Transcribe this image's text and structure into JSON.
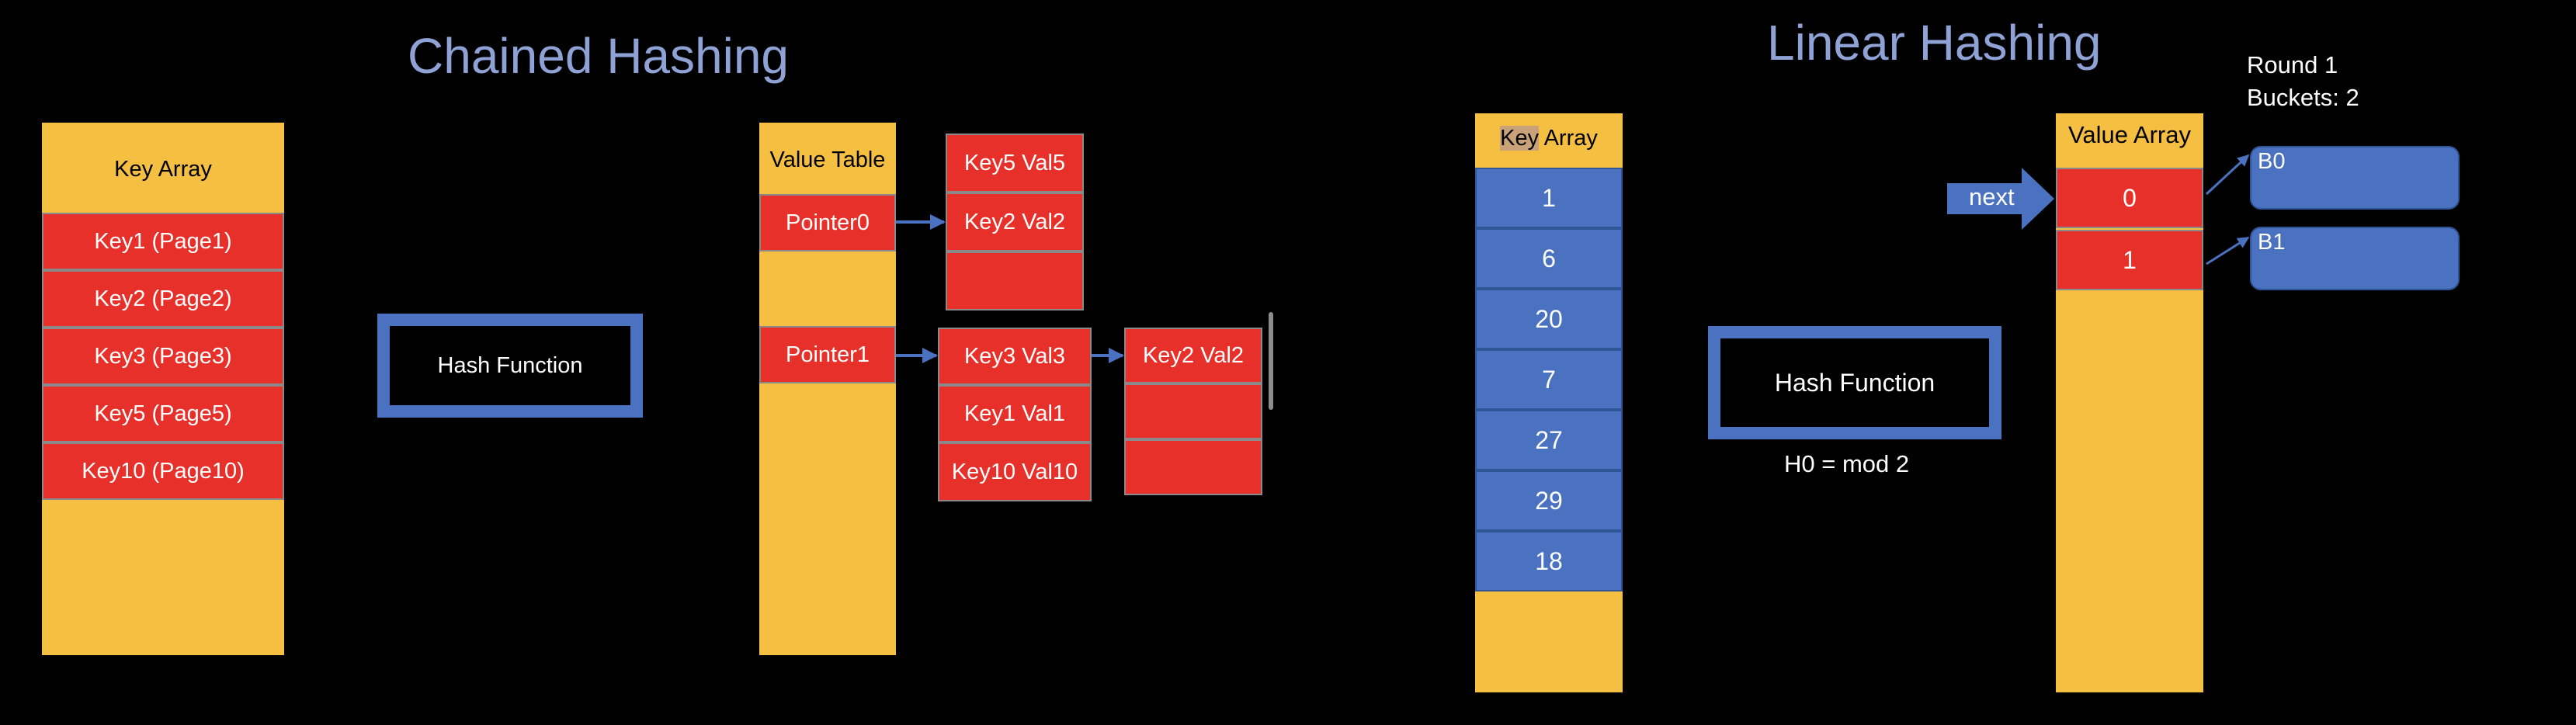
{
  "chained": {
    "title": "Chained Hashing",
    "key_array": {
      "header": "Key Array",
      "items": [
        "Key1 (Page1)",
        "Key2 (Page2)",
        "Key3 (Page3)",
        "Key5 (Page5)",
        "Key10 (Page10)"
      ]
    },
    "hash_function": "Hash Function",
    "value_table": {
      "header": "Value Table",
      "pointers": [
        "Pointer0",
        "Pointer1"
      ]
    },
    "bucket0": [
      "Key5 Val5",
      "Key2 Val2",
      ""
    ],
    "bucket1": [
      "Key3 Val3",
      "Key1 Val1",
      "Key10 Val10"
    ],
    "overflow": [
      "Key2 Val2",
      "",
      ""
    ]
  },
  "linear": {
    "title": "Linear Hashing",
    "key_array": {
      "header_highlight": "Key",
      "header_rest": " Array",
      "items": [
        "1",
        "6",
        "20",
        "7",
        "27",
        "29",
        "18"
      ]
    },
    "hash_function": "Hash Function",
    "hash_formula": "H0 = mod 2",
    "value_array": {
      "header": "Value Array",
      "slots": [
        "0",
        "1"
      ]
    },
    "next_label": "next",
    "round_label": "Round 1",
    "buckets_label": "Buckets: 2",
    "buckets": [
      "B0",
      "B1"
    ]
  },
  "colors": {
    "title": "#8fa2d6",
    "column": "#f5bf42",
    "red_cell": "#e8302a",
    "blue": "#4a72c0",
    "highlight": "#c9a27a"
  }
}
